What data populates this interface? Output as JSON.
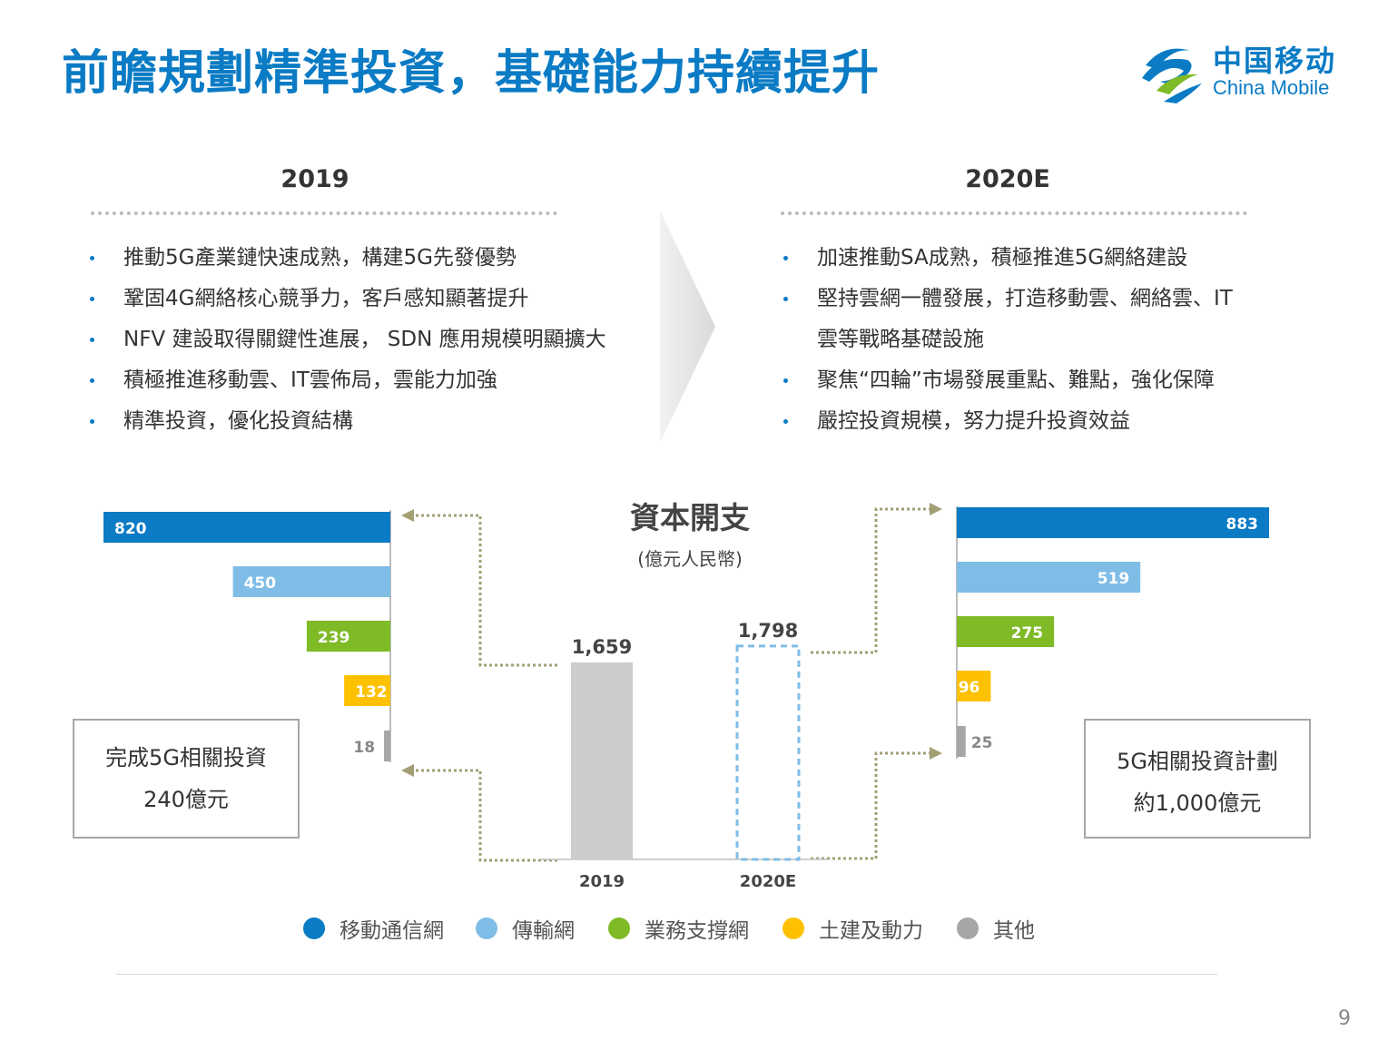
{
  "title": "前瞻規劃精準投資，基礎能力持續提升",
  "logo": {
    "cn": "中国移动",
    "en": "China Mobile"
  },
  "left": {
    "year": "2019",
    "bullets": [
      "推動5G產業鏈快速成熟，構建5G先發優勢",
      "鞏固4G網絡核心競爭力，客戶感知顯著提升",
      "NFV 建設取得關鍵性進展， SDN 應用規模明顯擴大",
      "積極推進移動雲、IT雲佈局，雲能力加強",
      "精準投資，優化投資結構"
    ]
  },
  "right": {
    "year": "2020E",
    "bullets": [
      [
        "加速推動SA成熟，積極推進5G網絡建設"
      ],
      [
        "堅持雲網一體發展，打造移動雲、網絡雲、IT",
        "雲等戰略基礎設施"
      ],
      [
        "聚焦“四輪”市場發展重點、難點，強化保障"
      ],
      [
        "嚴控投資規模，努力提升投資效益"
      ]
    ]
  },
  "notes": {
    "left": [
      "完成5G相關投資",
      "240億元"
    ],
    "right": [
      "5G相關投資計劃",
      "約1,000億元"
    ]
  },
  "colors": {
    "accent": "#0a7bc4",
    "series": [
      "#0a7bc4",
      "#7fbde6",
      "#7fba27",
      "#fdc100",
      "#a6a6a6"
    ],
    "total_bar": "#cccccc",
    "connector": "#a29f75"
  },
  "chart_data": {
    "type": "bar",
    "title": "資本開支",
    "subtitle": "(億元人民幣)",
    "categories": [
      "2019",
      "2020E"
    ],
    "totals": [
      1659,
      1798
    ],
    "total_labels": [
      "1,659",
      "1,798"
    ],
    "series": [
      {
        "name": "移動通信網",
        "values": [
          820,
          883
        ]
      },
      {
        "name": "傳輸網",
        "values": [
          450,
          519
        ]
      },
      {
        "name": "業務支撐網",
        "values": [
          239,
          275
        ]
      },
      {
        "name": "土建及動力",
        "values": [
          132,
          96
        ]
      },
      {
        "name": "其他",
        "values": [
          18,
          25
        ]
      }
    ],
    "legend_position": "bottom"
  },
  "page_number": "9"
}
